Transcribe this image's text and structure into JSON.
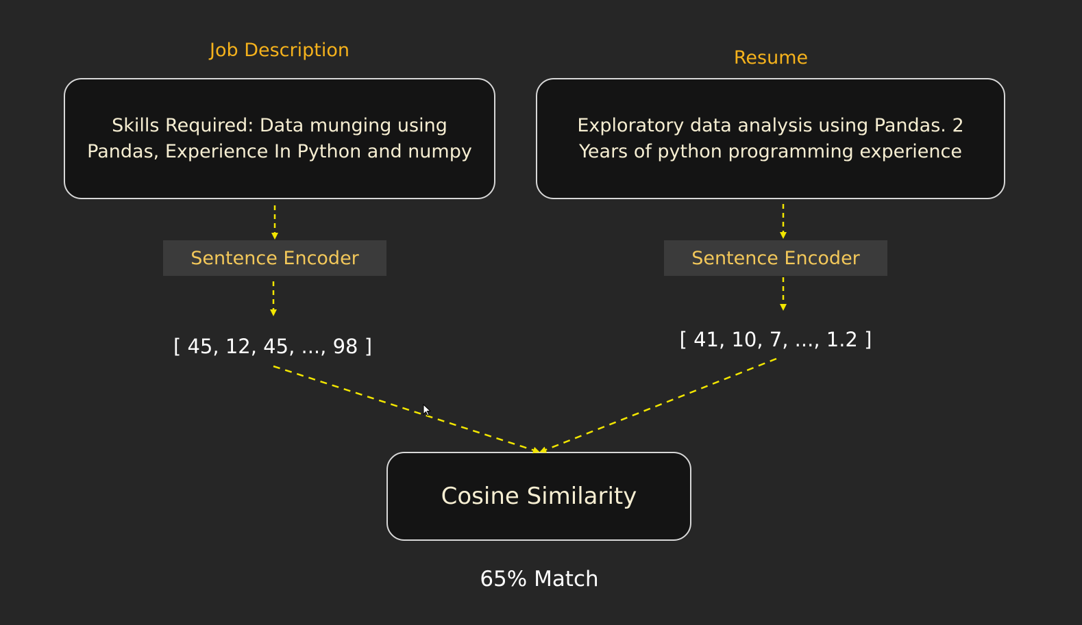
{
  "left": {
    "heading": "Job Description",
    "text": "Skills Required: Data munging using Pandas, Experience In Python and numpy",
    "encoder_label": "Sentence Encoder",
    "vector": "[ 45, 12, 45, ..., 98 ]"
  },
  "right": {
    "heading": "Resume",
    "text": "Exploratory data analysis using Pandas. 2 Years of python programming experience",
    "encoder_label": "Sentence Encoder",
    "vector": "[ 41, 10, 7, ..., 1.2 ]"
  },
  "similarity": {
    "label": "Cosine Similarity",
    "result": "65% Match"
  },
  "colors": {
    "background": "#262626",
    "heading": "#f5b21c",
    "encoder_text": "#f3c85a",
    "arrow": "#f2e600"
  }
}
